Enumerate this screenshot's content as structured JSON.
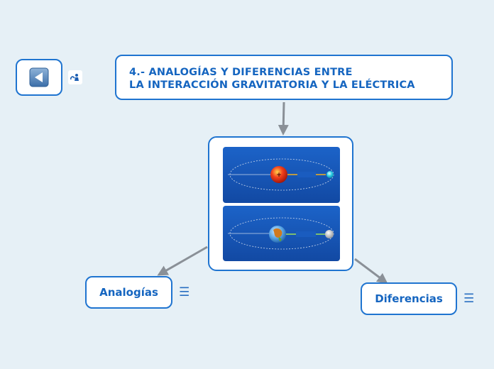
{
  "title": {
    "line1": "4.- ANALOGÍAS Y DIFERENCIAS ENTRE",
    "line2": "LA INTERACCIÓN GRAVITATORIA Y LA ELÉCTRICA"
  },
  "nodes": {
    "analogias": {
      "label": "Analogías"
    },
    "diferencias": {
      "label": "Diferencias"
    }
  },
  "icons": {
    "back": "back-arrow-icon",
    "attachment": "attachment-icon",
    "menu": "menu-icon"
  },
  "colors": {
    "background": "#e6f0f6",
    "accent": "#1f74d0",
    "text": "#1565c0",
    "connector": "#8a9097"
  }
}
